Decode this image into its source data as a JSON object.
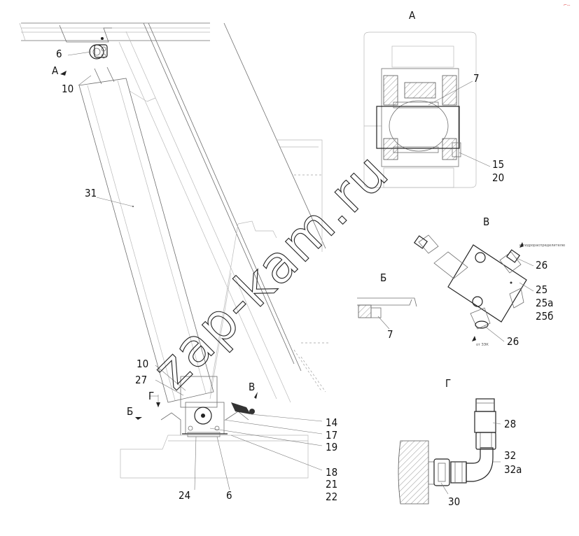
{
  "views": {
    "A": "А",
    "B": "Б",
    "V": "В",
    "G": "Г"
  },
  "callouts": {
    "main": {
      "c6_top": "6",
      "view_a_marker": "А",
      "c10_top": "10",
      "c31": "31",
      "c10_low": "10",
      "c27": "27",
      "view_g_marker": "Г",
      "view_b_marker": "Б",
      "view_v_marker": "В",
      "c14": "14",
      "c17": "17",
      "c19": "19",
      "c18": "18",
      "c21": "21",
      "c22": "22",
      "c24": "24",
      "c6_bottom": "6"
    },
    "view_a": {
      "c7": "7",
      "c15": "15",
      "c20": "20"
    },
    "view_b": {
      "c7": "7"
    },
    "view_v": {
      "c26_top": "26",
      "c25": "25",
      "c25a": "25а",
      "c25b": "25б",
      "c26_bottom": "26",
      "note_top": "к гидрораспределителю",
      "note_bottom": "от ЗЭК"
    },
    "view_g": {
      "c28": "28",
      "c32": "32",
      "c32a": "32а",
      "c30": "30"
    }
  },
  "watermark": "zap-kam.ru",
  "corner_mark": "⌐‐‐"
}
